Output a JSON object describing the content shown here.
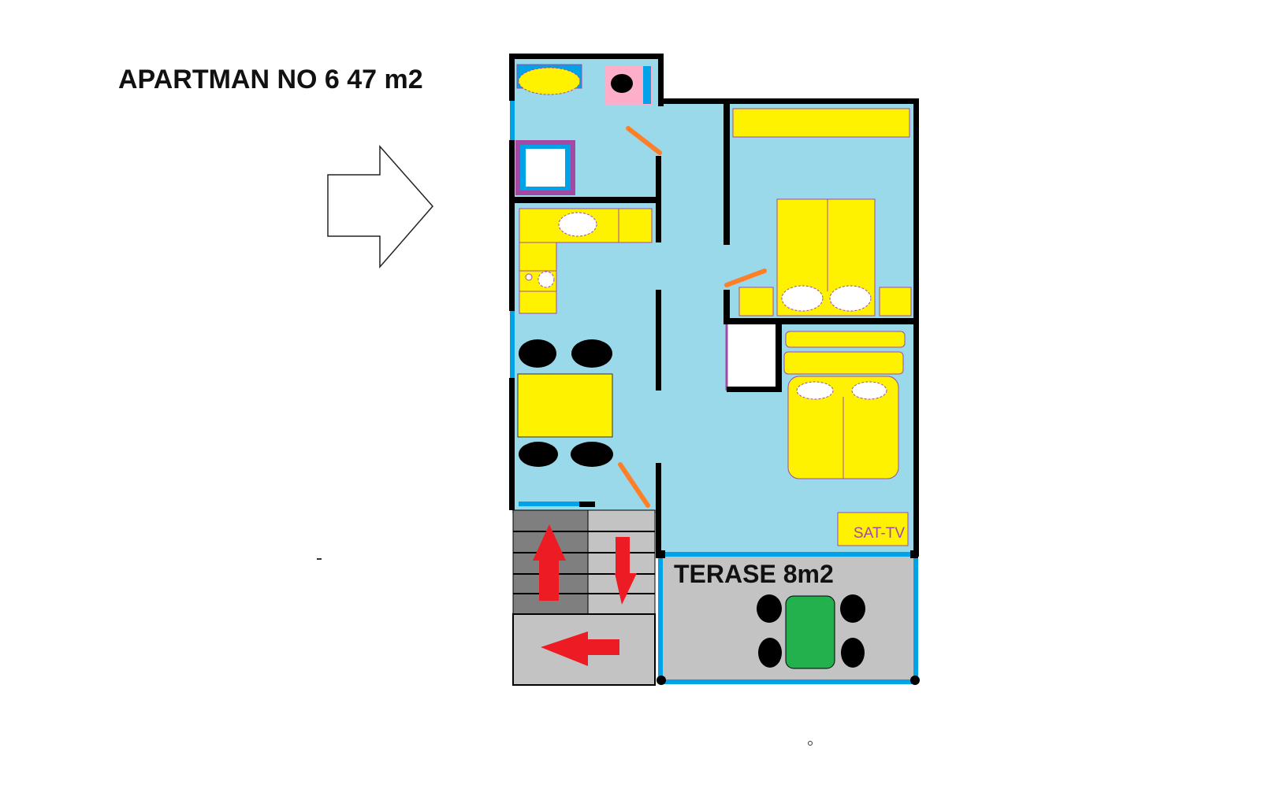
{
  "title": "APARTMAN NO 6  47 m2",
  "terrace_label": "TERASE 8m2",
  "tv_label": "SAT-TV",
  "colors": {
    "floor": "#99d9ea",
    "furniture": "#fff200",
    "wall": "#000000",
    "window": "#00a2e8",
    "door": "#ff7f27",
    "arrow": "#ed1c24",
    "terrace": "#c3c3c3",
    "stairs_dark": "#7f7f7f",
    "table_terrace": "#22b14c",
    "outline": "#a349a4",
    "toilet_base": "#ffaec9"
  }
}
